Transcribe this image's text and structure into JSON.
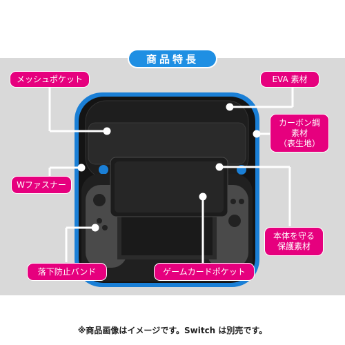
{
  "title": "商品特長",
  "labels": {
    "mesh_pocket": "メッシュポケット",
    "eva": "EVA 素材",
    "carbon": "カーボン調\n素材\n（表生地）",
    "w_fastener": "Wファスナー",
    "protect": "本体を守る\n保護素材",
    "drop_band": "落下防止バンド",
    "game_card_pocket": "ゲームカードポケット"
  },
  "note": "※商品画像はイメージです。Switch は別売です。",
  "colors": {
    "accent_pink": "#e6007e",
    "title_blue": "#1f8fe3",
    "case_blue": "#1a7fd6",
    "panel_gray": "#d9d9d9"
  }
}
